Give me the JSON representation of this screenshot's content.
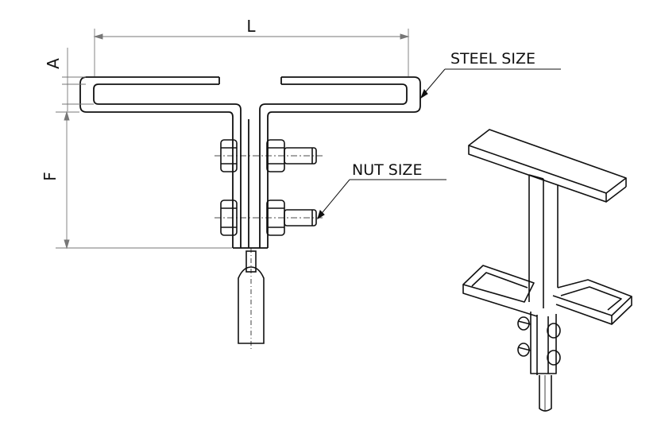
{
  "labels": {
    "dim_length": "L",
    "dim_thickness": "A",
    "dim_height": "F",
    "steel_size": "STEEL SIZE",
    "nut_size": "NUT SIZE"
  },
  "colors": {
    "line": "#111111",
    "background": "#ffffff",
    "dim_line": "#777777"
  }
}
